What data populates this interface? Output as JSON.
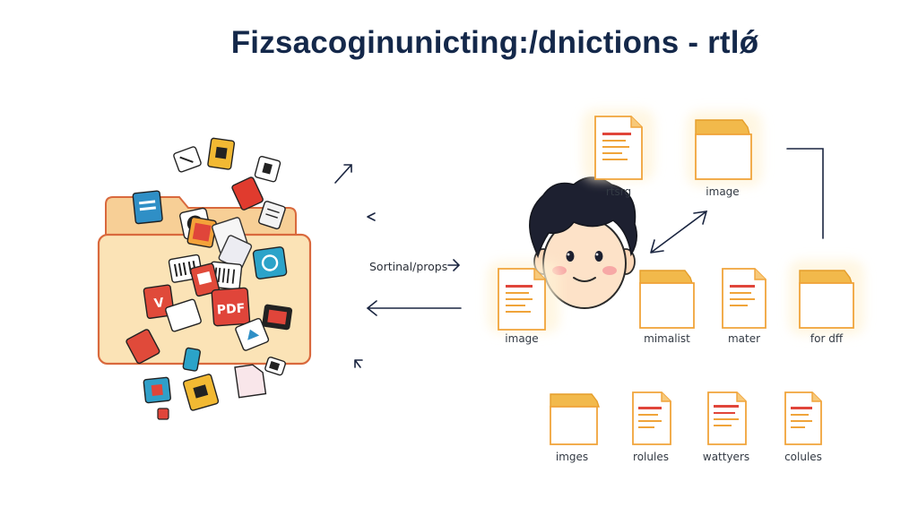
{
  "title": "Fizsacoginunicting:/dnictions - rtlǿ",
  "middle_label": "Sortinal/props",
  "scattered_file_labels": [
    "PDF",
    "V"
  ],
  "files": [
    {
      "id": "doc-1",
      "label": "rtsrg"
    },
    {
      "id": "folder-1",
      "label": "image"
    },
    {
      "id": "doc-2",
      "label": "image"
    },
    {
      "id": "folder-2",
      "label": "mimalist"
    },
    {
      "id": "doc-3",
      "label": "mater"
    },
    {
      "id": "folder-3",
      "label": "for dff"
    },
    {
      "id": "folder-4",
      "label": "imges"
    },
    {
      "id": "doc-4",
      "label": "rolules"
    },
    {
      "id": "doc-5",
      "label": "wattyers"
    },
    {
      "id": "doc-6",
      "label": "colules"
    }
  ],
  "colors": {
    "title": "#14284a",
    "folder_body": "#fbe3b6",
    "folder_outline": "#d9693d",
    "organized_folder": "#f2b94b",
    "doc_red_line": "#e0453a",
    "arrow": "#1a2540"
  }
}
